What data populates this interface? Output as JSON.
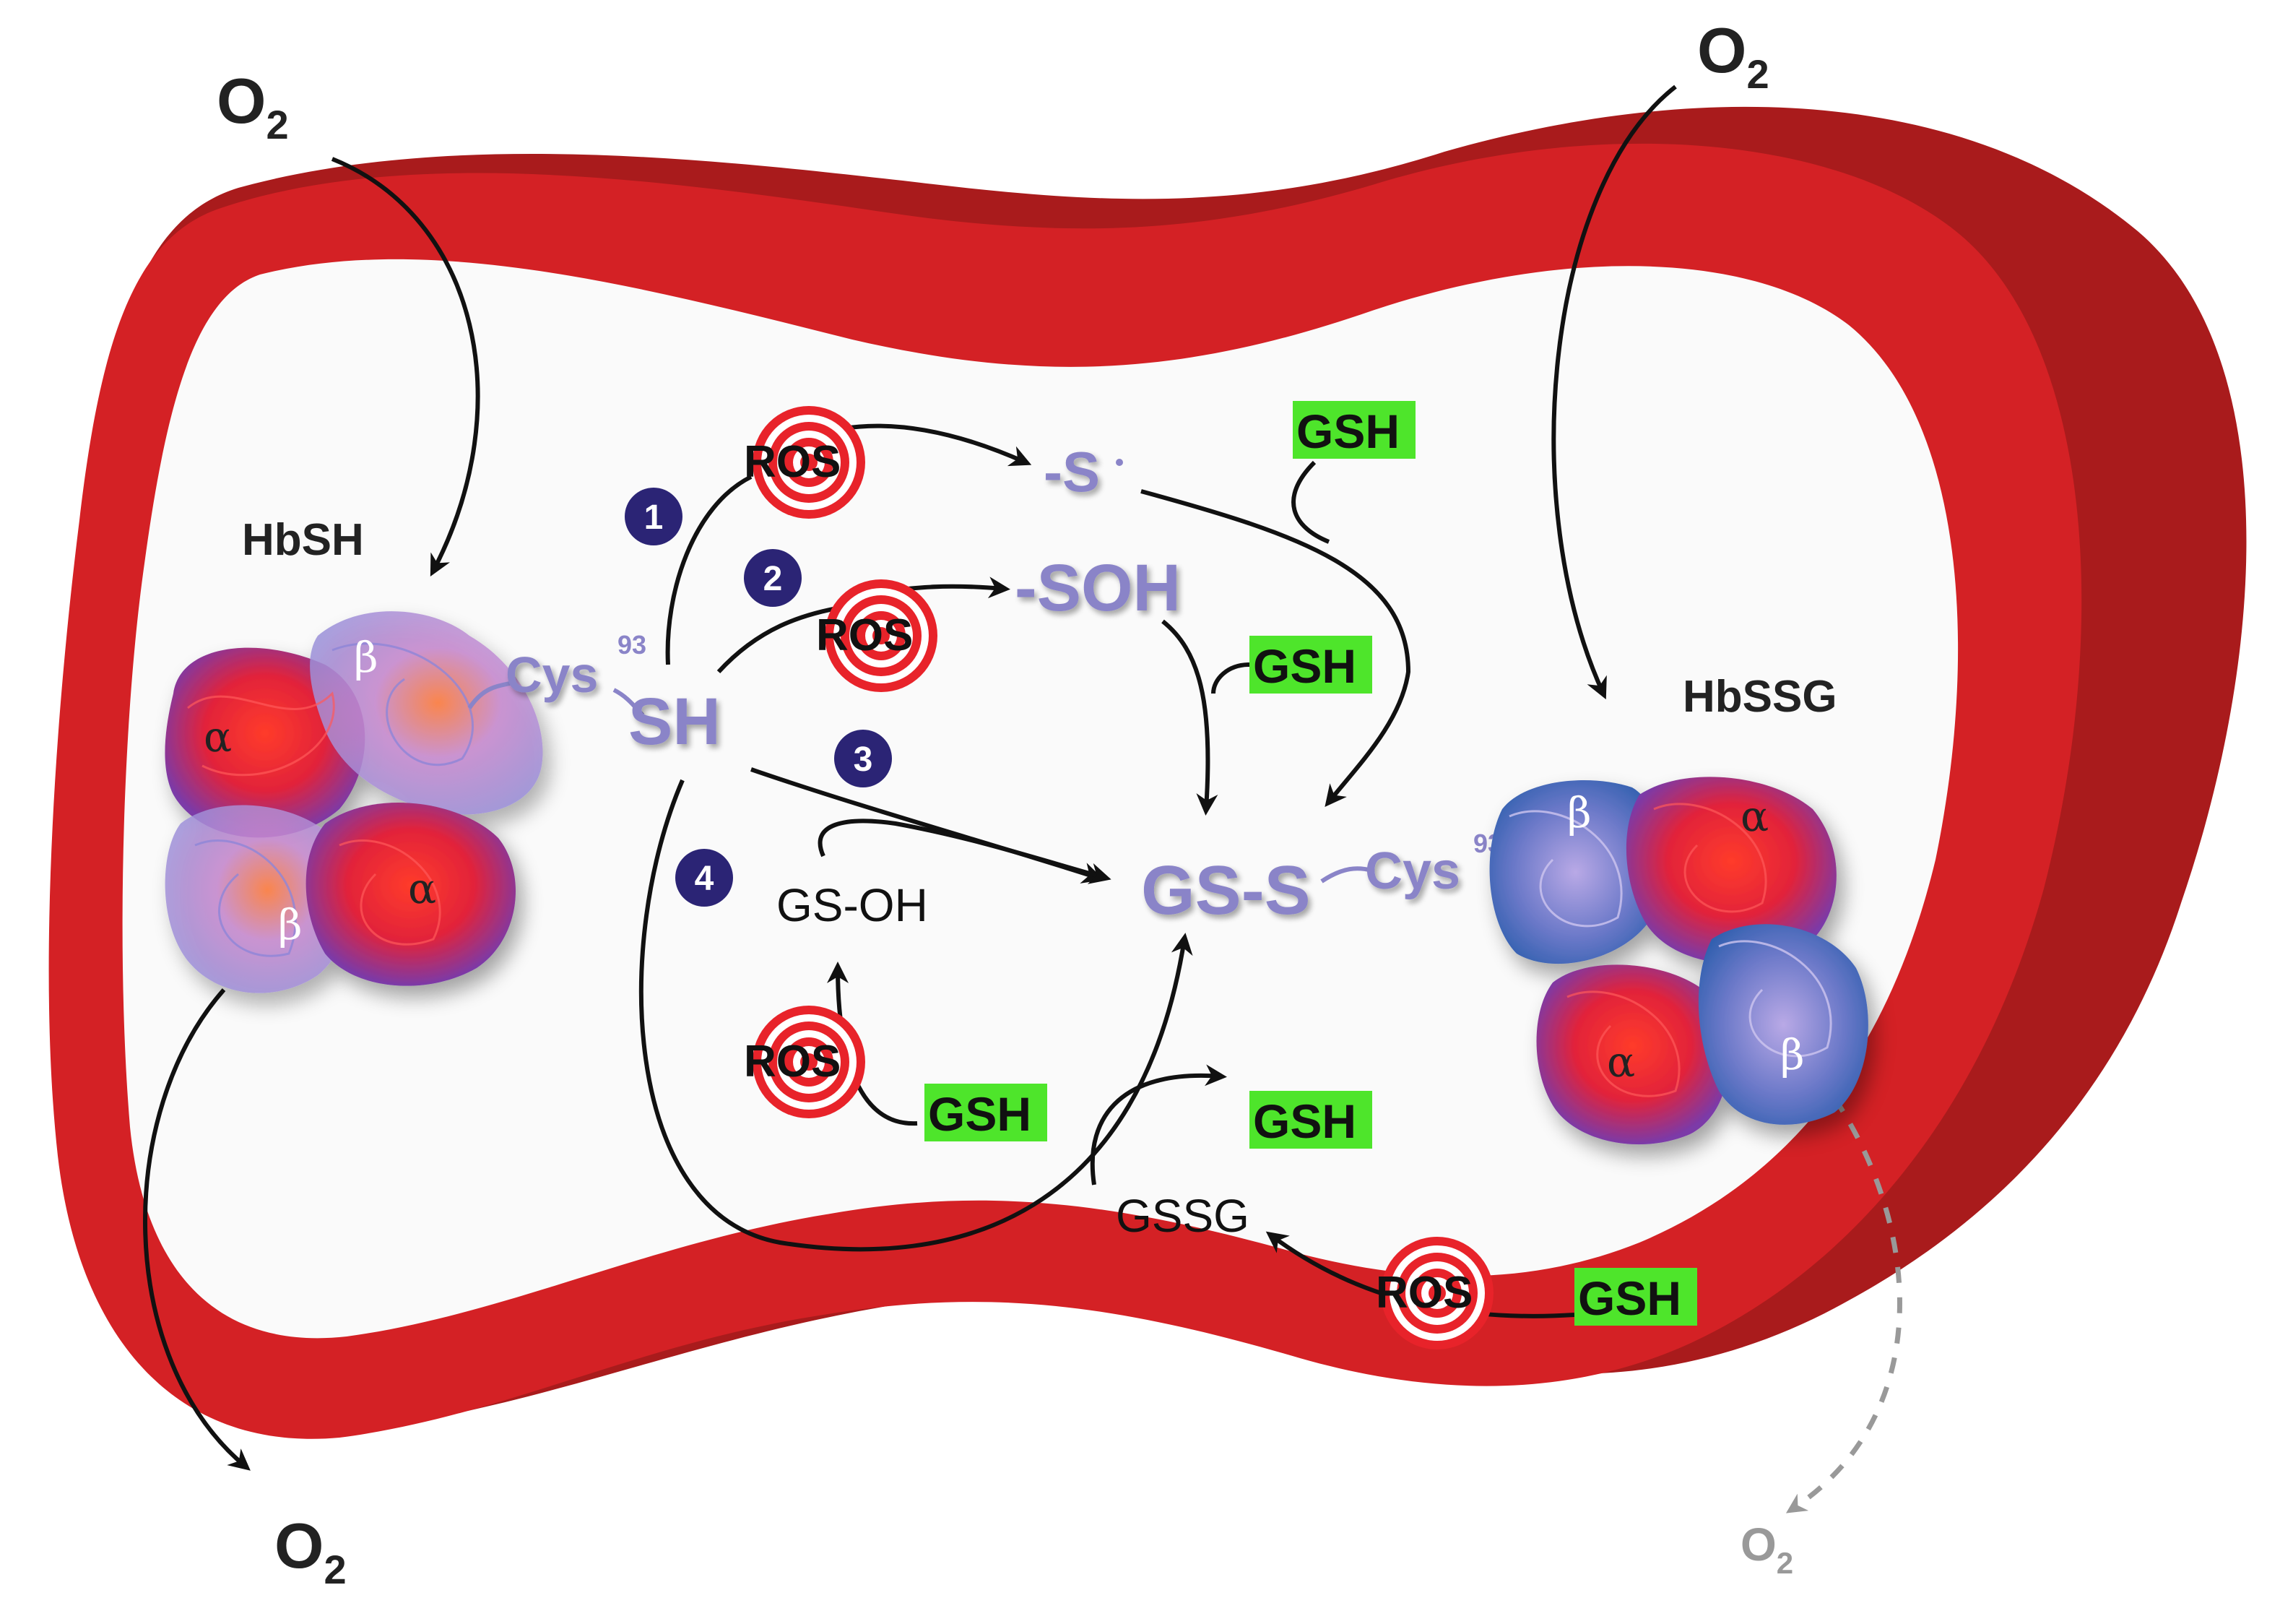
{
  "oxygen": {
    "symbol": "O",
    "subscript": "2",
    "top_left": "O2",
    "top_right": "O2",
    "bottom_left": "O2",
    "bottom_right": "O2"
  },
  "labels": {
    "hbsh": "HbSH",
    "hbssg": "HbSSG",
    "cys": "Cys",
    "cys_superscript": "93",
    "sh": "SH",
    "thiyl": "-S",
    "sulfenic": "-SOH",
    "gs_s": "GS-S",
    "gs_oh": "GS-OH",
    "gssg": "GSSG",
    "ros": "ROS",
    "gsh": "GSH"
  },
  "pathway_numbers": [
    "1",
    "2",
    "3",
    "4"
  ],
  "subunits": {
    "alpha": "α",
    "beta": "β"
  },
  "colors": {
    "cell_membrane": "#d42125",
    "cell_membrane_dark": "#a91b1c",
    "cytoplasm": "#fafafa",
    "ros_rings": "#e8232a",
    "gsh_highlight": "#4ee52b",
    "thiol_text": "#8a84c8",
    "pathway_badge": "#2b2475",
    "released_o2_grey": "#999999"
  }
}
